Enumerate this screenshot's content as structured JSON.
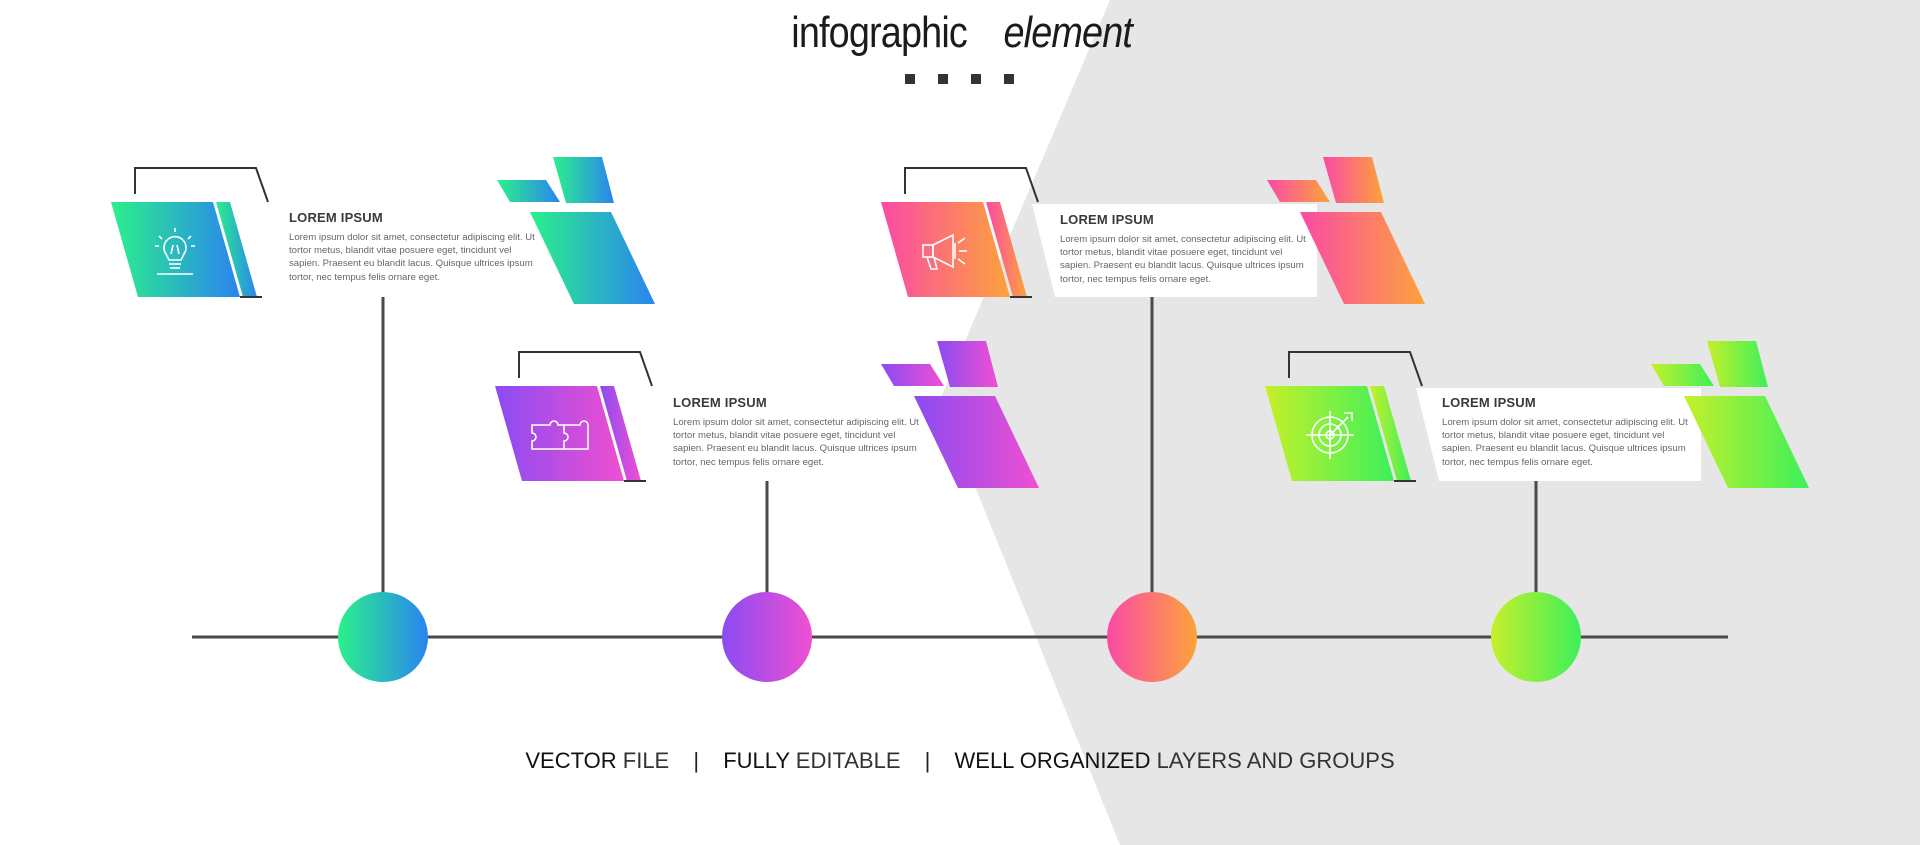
{
  "title": {
    "word": "infographic",
    "italic": "element"
  },
  "cards": [
    {
      "heading": "LOREM IPSUM",
      "body": "Lorem ipsum dolor sit amet, consectetur adipiscing elit. Ut tortor metus, blandit vitae posuere eget, tincidunt vel sapien. Praesent eu blandit lacus. Quisque ultrices ipsum tortor, nec tempus felis ornare eget.",
      "icon": "lightbulb-icon",
      "color_a": "#2bf08a",
      "color_b": "#2a84f0"
    },
    {
      "heading": "LOREM IPSUM",
      "body": "Lorem ipsum dolor sit amet, consectetur adipiscing elit. Ut tortor metus, blandit vitae posuere eget, tincidunt vel sapien. Praesent eu blandit lacus. Quisque ultrices ipsum tortor, nec tempus felis ornare eget.",
      "icon": "puzzle-icon",
      "color_a": "#8a4cf2",
      "color_b": "#f04fd2"
    },
    {
      "heading": "LOREM IPSUM",
      "body": "Lorem ipsum dolor sit amet, consectetur adipiscing elit. Ut tortor metus, blandit vitae posuere eget, tincidunt vel sapien. Praesent eu blandit lacus. Quisque ultrices ipsum tortor, nec tempus felis ornare eget.",
      "icon": "megaphone-icon",
      "color_a": "#fb4aa6",
      "color_b": "#fca33a"
    },
    {
      "heading": "LOREM IPSUM",
      "body": "Lorem ipsum dolor sit amet, consectetur adipiscing elit. Ut tortor metus, blandit vitae posuere eget, tincidunt vel sapien. Praesent eu blandit lacus. Quisque ultrices ipsum tortor, nec tempus felis ornare eget.",
      "icon": "target-icon",
      "color_a": "#c6f02a",
      "color_b": "#3cf05a"
    }
  ],
  "footer": {
    "part1_bold": "VECTOR",
    "part1_light": "FILE",
    "part2_bold": "FULLY",
    "part2_light": "EDITABLE",
    "part3_bold": "WELL ORGANIZED",
    "part3_light": "LAYERS AND GROUPS",
    "separator": "|"
  },
  "colors": {
    "line": "#4a4a4a",
    "background_shade": "#e6e6e6"
  }
}
